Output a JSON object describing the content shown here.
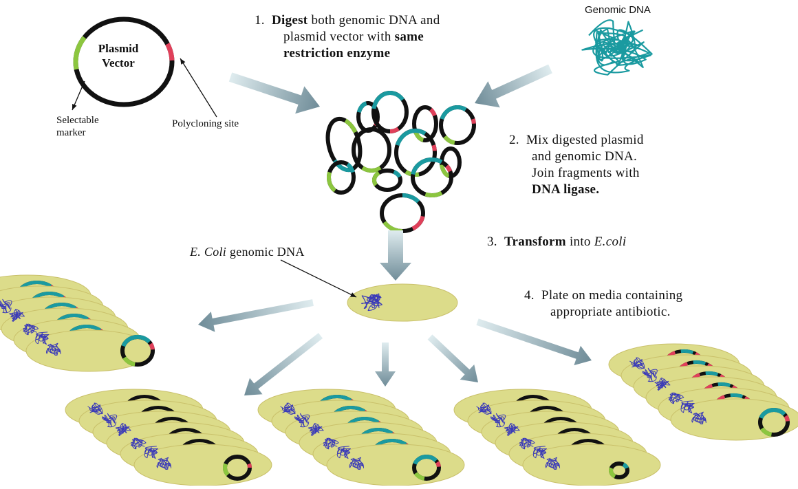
{
  "colors": {
    "teal": "#1a9aa0",
    "green": "#8cc63f",
    "red": "#e0405a",
    "black": "#111111",
    "cell": "#dcdc8a",
    "cell_edge": "#c9c06a",
    "nucleoid": "#3a3ab8",
    "arrow": "#7b9aa8"
  },
  "plasmid": {
    "label_line1": "Plasmid",
    "label_line2": "Vector",
    "selectable_marker_line1": "Selectable",
    "selectable_marker_line2": "marker",
    "polycloning_site": "Polycloning site"
  },
  "genomic_dna_label": "Genomic DNA",
  "ecoli_label_italic": "E. Coli",
  "ecoli_label_rest": " genomic DNA",
  "steps": {
    "s1": {
      "num": "1.",
      "bold1": "Digest",
      "t1": " both genomic DNA and",
      "t2": "plasmid vector with ",
      "bold2": "same",
      "bold3": "restriction enzyme"
    },
    "s2": {
      "num": "2.",
      "t1": "Mix digested plasmid",
      "t2": "and genomic DNA.",
      "t3": "Join fragments with",
      "bold": "DNA ligase."
    },
    "s3": {
      "num": "3.",
      "bold": "Transform",
      "t1": " into ",
      "italic": "E.coli"
    },
    "s4": {
      "num": "4.",
      "t1": "Plate on media containing",
      "t2": "appropriate antibiotic."
    }
  }
}
